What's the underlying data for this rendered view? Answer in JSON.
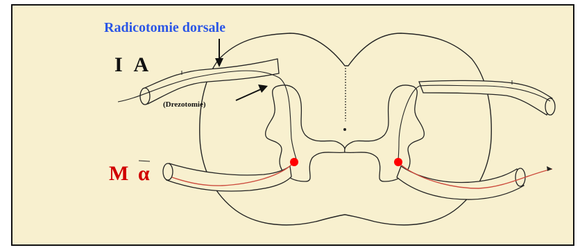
{
  "labels": {
    "radicotomie": "Radicotomie dorsale",
    "ia": "I A",
    "drezotomie": "(Drezotomie)",
    "ma": "M α"
  },
  "colors": {
    "background": "#f8f0cf",
    "outline": "#222222",
    "radicotomie_text": "#2b56e6",
    "ia_text": "#111111",
    "ma_text": "#d10000",
    "motor_fiber": "#cc4a3c",
    "motor_neuron": "#ff0000"
  }
}
